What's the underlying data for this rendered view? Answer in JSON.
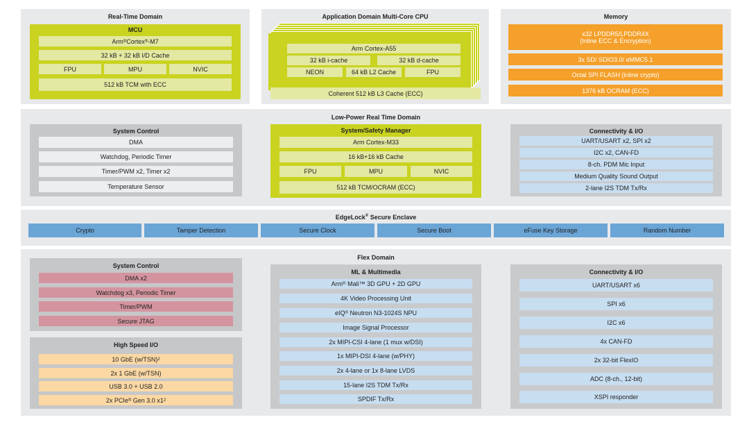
{
  "realtime": {
    "title": "Real-Time Domain",
    "mcu_title": "MCU",
    "core_prefix": "Arm",
    "core_sup": "®",
    "core_mid": " Cortex",
    "core_sup2": "®",
    "core_suffix": "-M7",
    "cache": "32 kB + 32 kB I/D Cache",
    "fpu": "FPU",
    "mpu": "MPU",
    "nvic": "NVIC",
    "tcm": "512 kB TCM with ECC"
  },
  "app": {
    "title": "Application Domain Multi-Core CPU",
    "core": "Arm Cortex-A55",
    "icache": "32 kB i-cache",
    "dcache": "32 kB d-cache",
    "neon": "NEON",
    "l2": "64 kB L2 Cache",
    "fpu": "FPU",
    "l3": "Coherent 512 kB L3 Cache (ECC)"
  },
  "memory": {
    "title": "Memory",
    "items": [
      "x32 LPDDR5/LPDDR4X",
      "(Inline ECC & Encryption)",
      "3x SD/ SDIO3.0/ eMMC5.1",
      "Octal SPI FLASH (inline crypto)",
      "1376 kB OCRAM (ECC)"
    ]
  },
  "lowpower": {
    "title": "Low-Power Real Time Domain",
    "sysctrl": {
      "title": "System Control",
      "items": [
        "DMA",
        "Watchdog, Periodic Timer",
        "Timer/PWM x2, Timer x2",
        "Temperature Sensor"
      ]
    },
    "safety": {
      "title": "System/Safety Manager",
      "core": "Arm Cortex-M33",
      "cache": "16 kB+16 kB Cache",
      "fpu": "FPU",
      "mpu": "MPU",
      "nvic": "NVIC",
      "tcm": "512 kB TCM/OCRAM (ECC)"
    },
    "conn": {
      "title": "Connectivity & I/O",
      "items": [
        "UART/USART x2, SPI x2",
        "I2C x2, CAN-FD",
        "8-ch. PDM Mic Input",
        "Medium Quality Sound Output",
        "2-lane I2S TDM Tx/Rx"
      ]
    }
  },
  "edgelock": {
    "title_pre": "EdgeLock",
    "title_sup": "®",
    "title_post": " Secure Enclave",
    "items": [
      "Crypto",
      "Tamper Detection",
      "Secure Clock",
      "Secure Boot",
      "eFuse Key Storage",
      "Random Number"
    ]
  },
  "flex": {
    "title": "Flex Domain",
    "sysctrl": {
      "title": "System Control",
      "items": [
        "DMA x2",
        "Watchdog x3, Periodic Timer",
        "Timer/PWM",
        "Secure JTAG"
      ]
    },
    "hsio": {
      "title": "High Speed I/O",
      "items": [
        "10 GbE (w/TSN)",
        "2x 1 GbE (w/TSN)",
        "USB 3.0 + USB 2.0",
        "2x PCIe",
        "Gen 3.0 x1"
      ],
      "sup_reg": "®",
      "sup_two": "2"
    },
    "ml": {
      "title": "ML & Multimedia",
      "items": [
        "Arm",
        "Mali™ 3D GPU + 2D GPU",
        "4K Video Processing Unit",
        "eIQ",
        "Neutron N3-1024S NPU",
        "Image Signal Processor",
        "2x MIPI-CSI 4-lane (1 mux w/DSI)",
        "1x MIPI-DSI 4-lane (w/PHY)",
        "2x 4-lane or 1x 8-lane LVDS",
        "15-lane I2S TDM Tx/Rx",
        "SPDIF Tx/Rx"
      ],
      "sup_reg": "®"
    },
    "conn": {
      "title": "Connectivity & I/O",
      "items": [
        "UART/USART x6",
        "SPI x6",
        "I2C x6",
        "4x CAN-FD",
        "2x 32-bit FlexIO",
        "ADC (8-ch., 12-bit)",
        "XSPI responder"
      ]
    }
  }
}
